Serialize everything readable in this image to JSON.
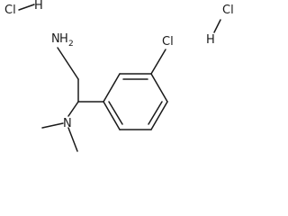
{
  "molecule": {
    "description_labels": {
      "hcl_left_cl": "Cl",
      "hcl_left_h": "H",
      "hcl_right_cl": "Cl",
      "hcl_right_h": "H",
      "amine_n": "N",
      "amine_h": "H",
      "amine_h_count": "2",
      "aryl_cl": "Cl",
      "dimethylamine_n": "N"
    }
  }
}
